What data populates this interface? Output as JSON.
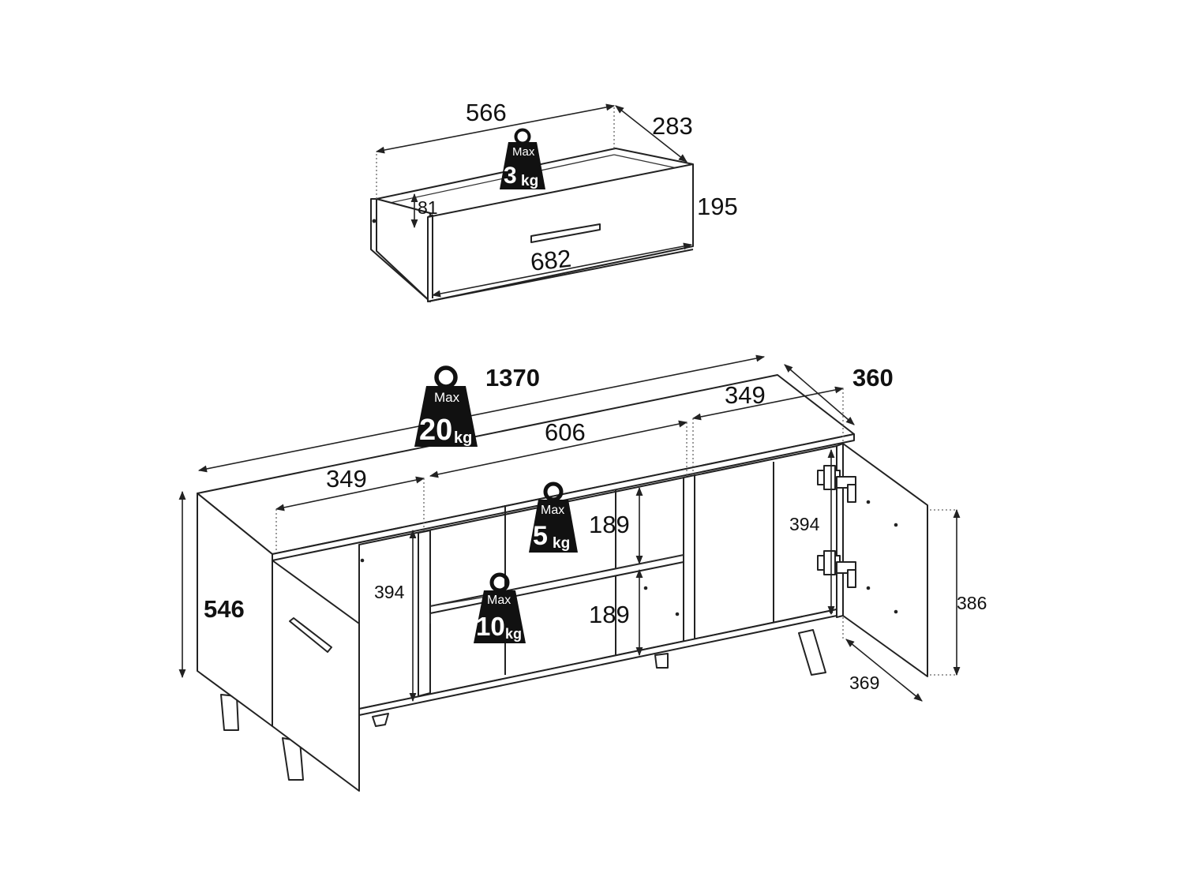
{
  "drawer": {
    "width": "566",
    "depth": "283",
    "height": "195",
    "inner_height": "81",
    "front_width": "682",
    "load": {
      "max": "Max",
      "value": "3",
      "unit": "kg"
    }
  },
  "cabinet": {
    "total_width": "1370",
    "total_depth": "360",
    "total_height": "546",
    "left_compartment_width": "349",
    "middle_compartment_width": "606",
    "right_compartment_width": "349",
    "left_inner_height": "394",
    "right_inner_height": "394",
    "shelf_upper_height": "189",
    "shelf_lower_height": "189",
    "door_height": "386",
    "door_width": "369",
    "top_load": {
      "max": "Max",
      "value": "20",
      "unit": "kg"
    },
    "shelf_load": {
      "max": "Max",
      "value": "5",
      "unit": "kg"
    },
    "bottom_load": {
      "max": "Max",
      "value": "10",
      "unit": "kg"
    }
  }
}
